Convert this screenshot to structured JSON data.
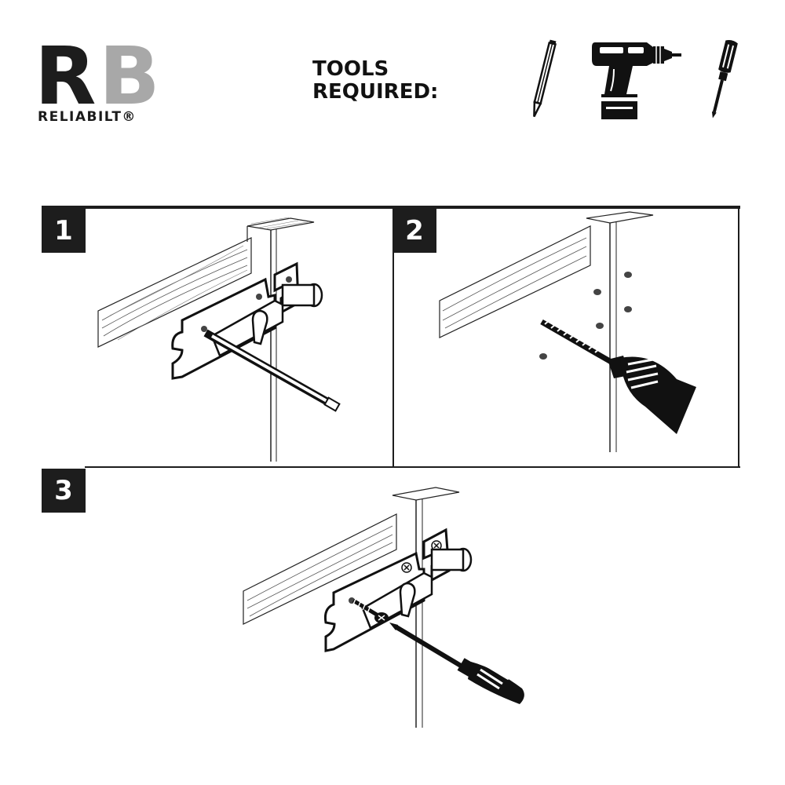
{
  "brand": {
    "mark_left": "R",
    "mark_right": "B",
    "name": "RELIABILT®",
    "mark_left_color": "#1d1d1d",
    "mark_right_color": "#a8a8a8"
  },
  "tools": {
    "heading_line1": "TOOLS",
    "heading_line2": "REQUIRED:",
    "items": [
      {
        "icon": "pencil-icon"
      },
      {
        "icon": "power-drill-icon"
      },
      {
        "icon": "screwdriver-icon"
      }
    ]
  },
  "steps": [
    {
      "number": "1",
      "illustration": "mark-holes-with-pencil"
    },
    {
      "number": "2",
      "illustration": "drill-pilot-holes"
    },
    {
      "number": "3",
      "illustration": "drive-screws-with-screwdriver"
    }
  ]
}
